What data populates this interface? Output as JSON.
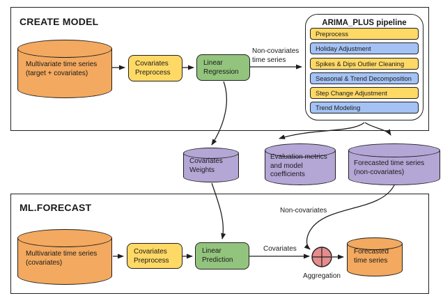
{
  "colors": {
    "orange": "#F3A95F",
    "yellow": "#FFD966",
    "green": "#93C47D",
    "purple": "#B4A7D6",
    "blue": "#A4C2F4",
    "pink": "#E58C8C",
    "border": "#1F1F1F"
  },
  "create_model": {
    "title": "CREATE MODEL",
    "input_cylinder": {
      "line1": "Multivariate time series",
      "line2": "(target + covariates)"
    },
    "covariates_preprocess": {
      "line1": "Covariates",
      "line2": "Preprocess"
    },
    "linear_regression": {
      "line1": "Linear",
      "line2": "Regression"
    },
    "noncov_arrow_label": {
      "line1": "Non-covariates",
      "line2": "time series"
    }
  },
  "pipeline": {
    "title": "ARIMA_PLUS pipeline",
    "steps": [
      {
        "label": "Preprocess",
        "color": "yellow"
      },
      {
        "label": "Holiday Adjustment",
        "color": "blue"
      },
      {
        "label": "Spikes & Dips Outlier Cleaning",
        "color": "yellow"
      },
      {
        "label": "Seasonal & Trend Decomposition",
        "color": "blue"
      },
      {
        "label": "Step Change Adjustment",
        "color": "yellow"
      },
      {
        "label": "Trend Modeling",
        "color": "blue"
      }
    ]
  },
  "outputs": {
    "covariates_weights": {
      "line1": "Covariates",
      "line2": "Weights"
    },
    "evaluation_metrics": {
      "line1": "Evaluation metrics",
      "line2": "and model",
      "line3": "coefficients"
    },
    "forecasted_noncovariates": {
      "line1": "Forecasted time series",
      "line2": "(non-covariates)"
    }
  },
  "ml_forecast": {
    "title": "ML.FORECAST",
    "input_cylinder": {
      "line1": "Multivariate time series",
      "line2": "(covariates)"
    },
    "covariates_preprocess": {
      "line1": "Covariates",
      "line2": "Preprocess"
    },
    "linear_prediction": {
      "line1": "Linear",
      "line2": "Prediction"
    },
    "covariates_label": "Covariates",
    "noncovariates_label": "Non-covariates",
    "aggregation_label": "Aggregation",
    "output_cylinder": {
      "line1": "Forecasted",
      "line2": "time series"
    }
  }
}
